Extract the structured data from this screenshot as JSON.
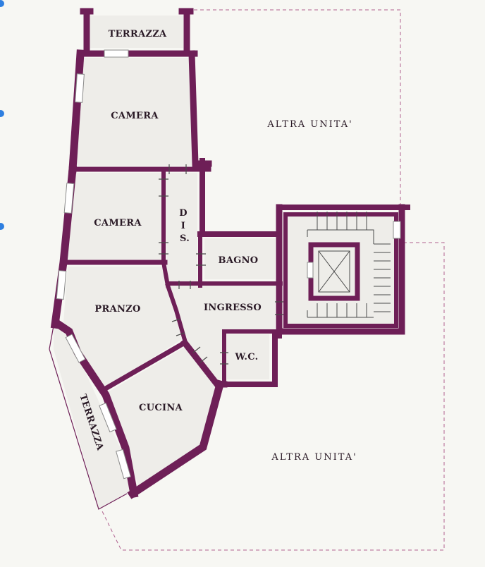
{
  "colors": {
    "wall": "#6e1f57",
    "room_fill": "#eeede9",
    "background": "#f7f7f3",
    "boundary": "#b0628f",
    "window": "#ffffff",
    "window_line": "#8a8a8a",
    "stair_line": "#4a4a4a",
    "text": "#2a1a26"
  },
  "rooms": {
    "terrazza_top": "TERRAZZA",
    "camera_top": "CAMERA",
    "camera_mid": "CAMERA",
    "dis": [
      "D",
      "I",
      "S."
    ],
    "bagno": "BAGNO",
    "pranzo": "PRANZO",
    "ingresso": "INGRESSO",
    "wc": "W.C.",
    "cucina": "CUCINA",
    "terrazza_side": "TERRAZZA"
  },
  "other_units": {
    "top": "ALTRA UNITA'",
    "bottom": "ALTRA UNITA'"
  },
  "icons": [
    "stair-icon",
    "elevator-icon"
  ]
}
